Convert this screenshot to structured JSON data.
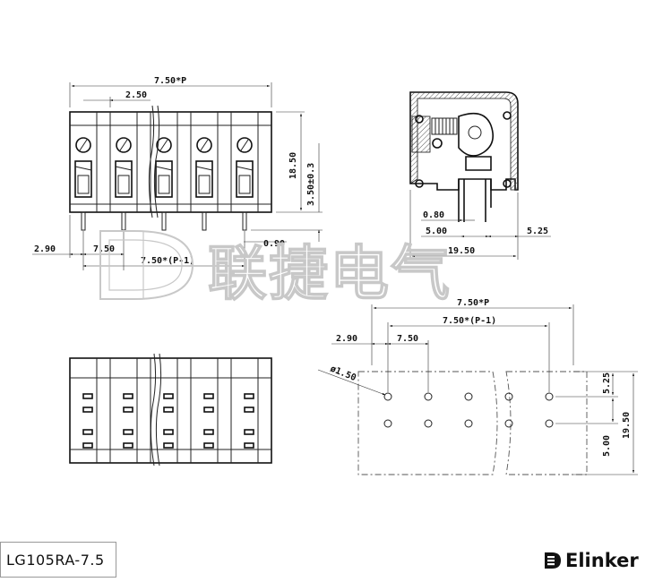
{
  "product": {
    "part_number": "LG105RA-7.5",
    "brand": "Elinker",
    "watermark": "联捷电气"
  },
  "icons": {
    "brand_logo": "elinker-logo-icon"
  },
  "dimensions": {
    "front": {
      "total_width": "7.50*P",
      "pin_pitch_top": "2.50",
      "height": "18.50",
      "pin_length": "3.50±0.3",
      "edge_offset": "2.90",
      "pitch": "7.50",
      "pin_span": "7.50*(P-1)"
    },
    "side": {
      "pin_thickness": "0.80",
      "pin_gap": "5.00",
      "pin_edge": "5.25",
      "depth": "19.50",
      "pin_width": "0.90"
    },
    "pcb": {
      "total_width": "7.50*P",
      "pin_span": "7.50*(P-1)",
      "edge_offset": "2.90",
      "pitch": "7.50",
      "hole_diameter": "ø1.50",
      "row_offset_top": "5.25",
      "row_gap": "5.00",
      "depth": "19.50"
    }
  },
  "colors": {
    "line": "#222222",
    "watermark": "#c8c8c8",
    "hatch": "#555555"
  }
}
